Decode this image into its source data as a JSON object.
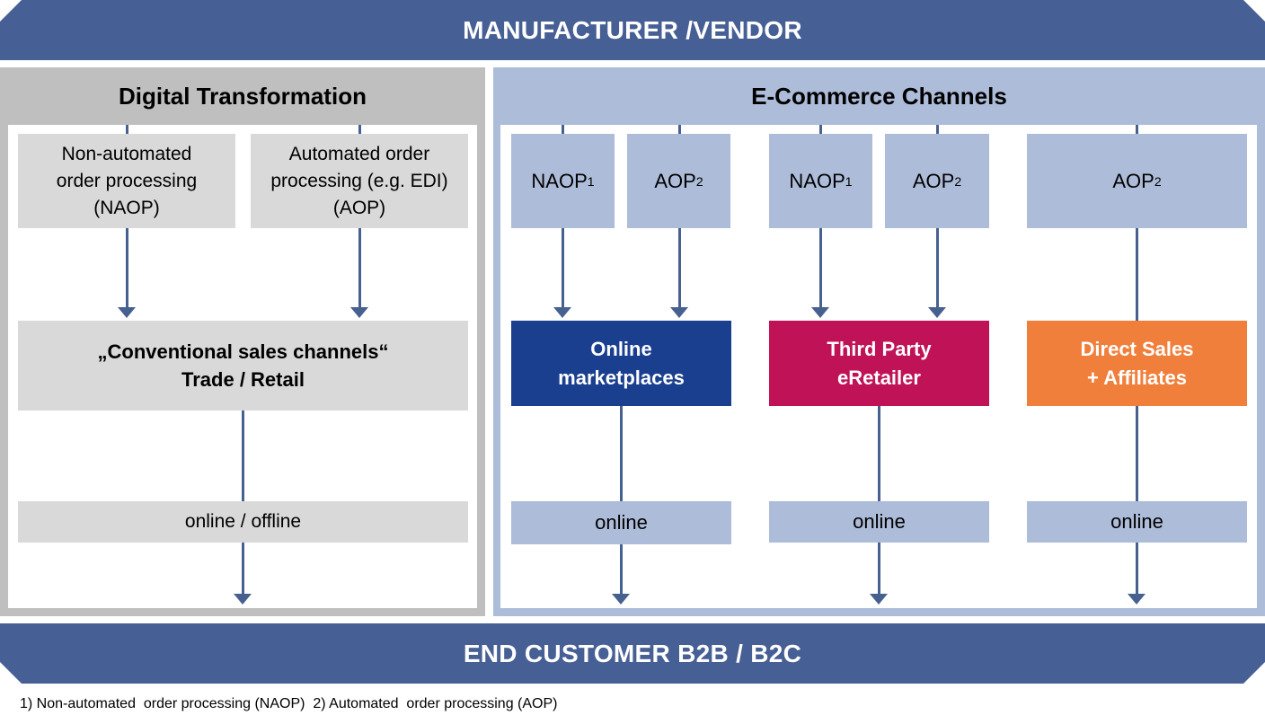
{
  "header": {
    "title": "MANUFACTURER /VENDOR"
  },
  "footer_banner": {
    "title": "END CUSTOMER B2B / B2C"
  },
  "digital_transformation": {
    "title": "Digital Transformation",
    "naop_box": {
      "line1": "Non-automated",
      "line2": "order processing",
      "line3": "(NAOP)"
    },
    "aop_box": {
      "line1": "Automated order",
      "line2": "processing (e.g. EDI)",
      "line3": "(AOP)"
    },
    "conventional": {
      "line1": "„Conventional sales channels“",
      "line2": "Trade / Retail"
    },
    "mode": "online / offline"
  },
  "ecommerce": {
    "title": "E-Commerce Channels",
    "naop_label": "NAOP",
    "aop_label": "AOP",
    "sup1": "1",
    "sup2": "2",
    "channels": [
      {
        "line1": "Online",
        "line2": "marketplaces",
        "mode": "online",
        "color": "#1a3f8f"
      },
      {
        "line1": "Third Party",
        "line2": "eRetailer",
        "mode": "online",
        "color": "#bf1257"
      },
      {
        "line1": "Direct Sales",
        "line2": "+ Affiliates",
        "mode": "online",
        "color": "#f07f3c"
      }
    ]
  },
  "colors": {
    "banner": "#465f95",
    "arrow": "#46608f",
    "dt_panel": "#bfbfbf",
    "ec_panel": "#adbcd9"
  },
  "footnote": "1) Non-automated  order processing (NAOP)  2) Automated  order processing (AOP)"
}
